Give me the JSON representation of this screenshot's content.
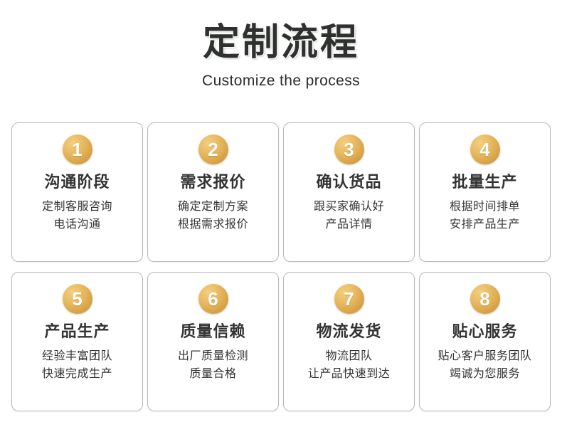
{
  "header": {
    "title": "定制流程",
    "subtitle": "Customize the process"
  },
  "theme": {
    "page_background": "#ffffff",
    "card_background": "#ffffff",
    "card_border": "#b9b9b9",
    "badge_gold_light": "#f3cf7e",
    "badge_gold_mid": "#e8b961",
    "badge_gold_dark": "#c28f36",
    "title_color": "#2e312e",
    "text_color": "#333333"
  },
  "steps": [
    {
      "number": "1",
      "title": "沟通阶段",
      "desc_line1": "定制客服咨询",
      "desc_line2": "电话沟通"
    },
    {
      "number": "2",
      "title": "需求报价",
      "desc_line1": "确定定制方案",
      "desc_line2": "根据需求报价"
    },
    {
      "number": "3",
      "title": "确认货品",
      "desc_line1": "跟买家确认好",
      "desc_line2": "产品详情"
    },
    {
      "number": "4",
      "title": "批量生产",
      "desc_line1": "根据时间排单",
      "desc_line2": "安排产品生产"
    },
    {
      "number": "5",
      "title": "产品生产",
      "desc_line1": "经验丰富团队",
      "desc_line2": "快速完成生产"
    },
    {
      "number": "6",
      "title": "质量信赖",
      "desc_line1": "出厂质量检测",
      "desc_line2": "质量合格"
    },
    {
      "number": "7",
      "title": "物流发货",
      "desc_line1": "物流团队",
      "desc_line2": "让产品快速到达"
    },
    {
      "number": "8",
      "title": "贴心服务",
      "desc_line1": "贴心客户服务团队",
      "desc_line2": "竭诚为您服务"
    }
  ]
}
